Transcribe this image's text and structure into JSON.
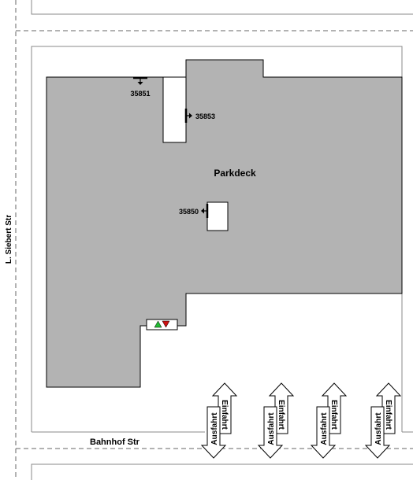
{
  "streets": {
    "left": "L. Siebert Str",
    "bottom": "Bahnhof Str"
  },
  "building": {
    "label": "Parkdeck",
    "fill": "#b3b3b3"
  },
  "doors": [
    {
      "id": "35851",
      "label": "35851"
    },
    {
      "id": "35853",
      "label": "35853"
    },
    {
      "id": "35850",
      "label": "35850"
    }
  ],
  "entrance_marker": {
    "up_color": "#22bb33",
    "down_color": "#cc1111"
  },
  "lanes": [
    {
      "exit_label": "Ausfahrt",
      "entry_label": "Einfahrt"
    },
    {
      "exit_label": "Ausfahrt",
      "entry_label": "Einfahrt"
    },
    {
      "exit_label": "Ausfahrt",
      "entry_label": "Einfahrt"
    },
    {
      "exit_label": "Ausfahrt",
      "entry_label": "Einfahrt"
    }
  ]
}
